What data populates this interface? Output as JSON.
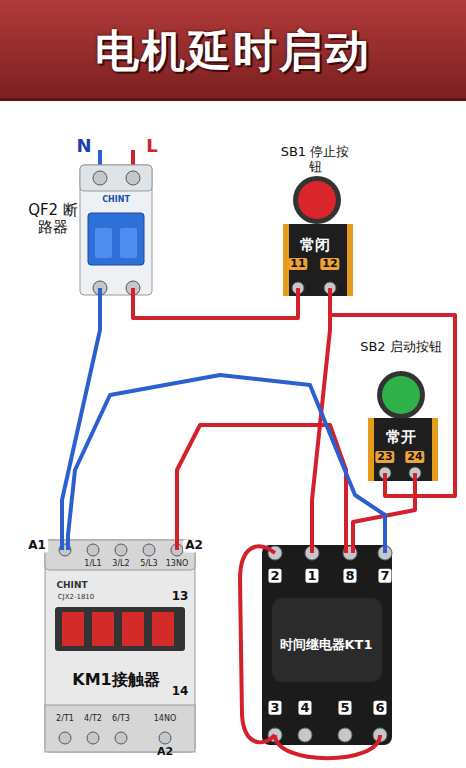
{
  "diagram": {
    "title": "电机延时启动",
    "nodes": [
      {
        "text": [
          "QF2 断路器"
        ]
      },
      {
        "text": [
          "SB1 停止按钮",
          "常闭"
        ]
      },
      {
        "text": [
          "SB2 启动按钮",
          "常开"
        ]
      },
      {
        "text": [
          "KM1接触器"
        ]
      },
      {
        "text": [
          "时间继电器KT1"
        ]
      }
    ],
    "edges": [
      {
        "from": 0,
        "to": 1,
        "arrow": "none"
      },
      {
        "from": 0,
        "to": 3,
        "arrow": "none"
      },
      {
        "from": 1,
        "to": 2,
        "arrow": "none"
      },
      {
        "from": 1,
        "to": 4,
        "arrow": "none"
      },
      {
        "from": 2,
        "to": 4,
        "arrow": "none"
      },
      {
        "from": 3,
        "to": 4,
        "arrow": "none"
      },
      {
        "from": 3,
        "to": 4,
        "arrow": "none"
      }
    ],
    "labels": [
      "N",
      "L",
      "CHINT",
      "11",
      "12",
      "23",
      "24",
      "A1",
      "A2",
      "1/L1",
      "3/L2",
      "5/L3",
      "13NO",
      "13",
      "CHINT",
      "CJX2-1810",
      "14",
      "2/T1",
      "4/T2",
      "6/T3",
      "14NO",
      "A2",
      "2",
      "1",
      "8",
      "7",
      "3",
      "4",
      "5",
      "6"
    ]
  }
}
